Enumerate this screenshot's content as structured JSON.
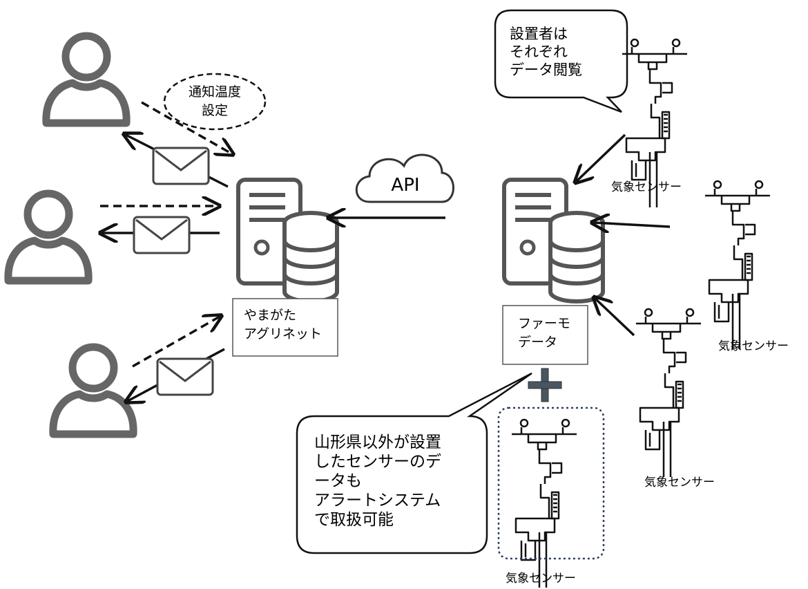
{
  "notify_setting": {
    "line1": "通知温度",
    "line2": "設定"
  },
  "api_label": "API",
  "yamagata_server": {
    "line1": "やまがた",
    "line2": "アグリネット"
  },
  "farmo_server": {
    "line1": "ファーモ",
    "line2": "データ"
  },
  "installer_callout": {
    "line1": "設置者は",
    "line2": "それぞれ",
    "line3": "データ閲覧"
  },
  "alert_callout": {
    "line1": "山形県以外が設置",
    "line2": "したセンサーのデ",
    "line3": "ータも",
    "line4": "アラートシステム",
    "line5": "で取扱可能"
  },
  "sensor_labels": [
    "気象センサー",
    "気象センサー",
    "気象センサー",
    "気象センサー"
  ],
  "colors": {
    "line": "#111111",
    "icon_gray": "#555555",
    "plus": "#4a5560",
    "dotted_box": "#2e3f5c"
  }
}
